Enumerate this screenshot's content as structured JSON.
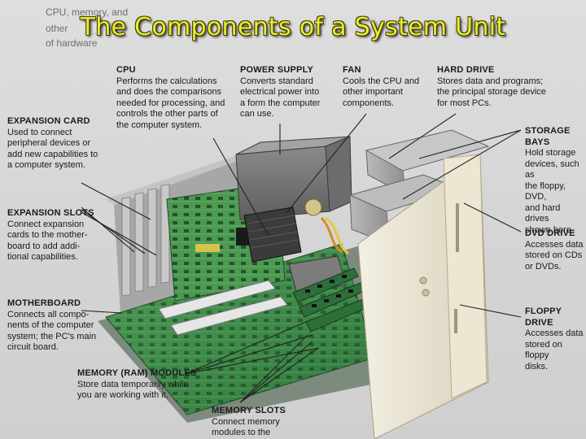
{
  "title": "The Components of a System Unit",
  "fragment": [
    "CPU, memory, and",
    "other",
    "of hardware"
  ],
  "labels": {
    "cpu": {
      "heading": "CPU",
      "lines": [
        "Performs the calculations",
        "and does the comparisons",
        "needed for processing, and",
        "controls the other parts of",
        "the computer system."
      ]
    },
    "power_supply": {
      "heading": "POWER SUPPLY",
      "lines": [
        "Converts standard",
        "electrical power into",
        "a form the computer",
        "can use."
      ]
    },
    "fan": {
      "heading": "FAN",
      "lines": [
        "Cools the CPU and",
        "other important",
        "components."
      ]
    },
    "hard_drive": {
      "heading": "HARD DRIVE",
      "lines": [
        "Stores data and programs;",
        "the principal storage device",
        "for most PCs."
      ]
    },
    "expansion_card": {
      "heading": "EXPANSION CARD",
      "lines": [
        "Used to connect",
        "peripheral devices or",
        "add new capabilities to",
        "a computer system."
      ]
    },
    "storage_bays": {
      "heading": "STORAGE BAYS",
      "lines": [
        "Hold storage",
        "devices, such as",
        "the floppy, DVD,",
        "and hard drives",
        "shown here."
      ]
    },
    "expansion_slots": {
      "heading": "EXPANSION SLOTS",
      "lines": [
        "Connect expansion",
        "cards to the mother-",
        "board to add addi-",
        "tional capabilities."
      ]
    },
    "dvd_drive": {
      "heading": "DVD DRIVE",
      "lines": [
        "Accesses data",
        "stored on CDs",
        "or DVDs."
      ]
    },
    "motherboard": {
      "heading": "MOTHERBOARD",
      "lines": [
        "Connects all compo-",
        "nents of the computer",
        "system; the PC's main",
        "circuit board."
      ]
    },
    "floppy_drive": {
      "heading": "FLOPPY DRIVE",
      "lines": [
        "Accesses data",
        "stored on floppy",
        "disks."
      ]
    },
    "memory_modules": {
      "heading": "MEMORY (RAM) MODULES",
      "lines": [
        "Store data temporarily while",
        "you are working with it."
      ]
    },
    "memory_slots": {
      "heading": "MEMORY SLOTS",
      "lines": [
        "Connect memory",
        "modules to the"
      ]
    }
  },
  "colors": {
    "title": "#e8ec34",
    "board": "#3f8f4a",
    "case": "#e9e4d3",
    "leader": "#222222"
  }
}
